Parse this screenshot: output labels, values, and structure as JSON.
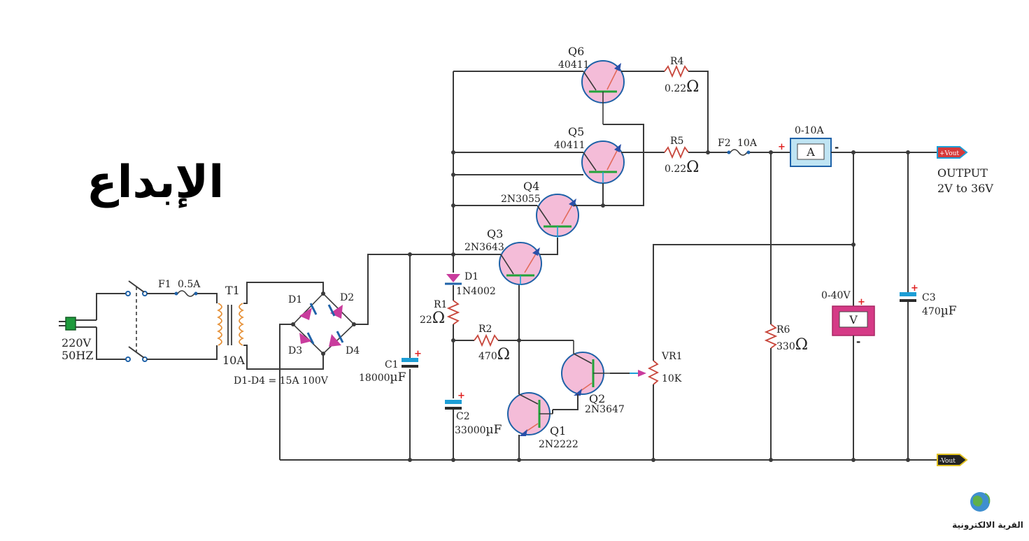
{
  "title": "الإبداع",
  "logo_text": "القرية الالكترونية",
  "input": {
    "voltage": "220V",
    "frequency": "50HZ"
  },
  "fuse1": {
    "ref": "F1",
    "value": "0.5A"
  },
  "transformer": {
    "ref": "T1",
    "rating": "10A"
  },
  "bridge": {
    "d1": "D1",
    "d2": "D2",
    "d3": "D3",
    "d4": "D4",
    "spec": "D1-D4 = 15A  100V"
  },
  "c1": {
    "ref": "C1",
    "value": "18000",
    "unit": "µF"
  },
  "c2": {
    "ref": "C2",
    "value": "33000",
    "unit": "µF"
  },
  "c3": {
    "ref": "C3",
    "value": "470",
    "unit": "µF"
  },
  "diode1": {
    "ref": "D1",
    "part": "1N4002"
  },
  "r1": {
    "ref": "R1",
    "value": "22",
    "unit": "Ω"
  },
  "r2": {
    "ref": "R2",
    "value": "470",
    "unit": "Ω"
  },
  "r4": {
    "ref": "R4",
    "value": "0.22",
    "unit": "Ω"
  },
  "r5": {
    "ref": "R5",
    "value": "0.22",
    "unit": "Ω"
  },
  "r6": {
    "ref": "R6",
    "value": "330",
    "unit": "Ω"
  },
  "vr1": {
    "ref": "VR1",
    "value": "10K"
  },
  "q1": {
    "ref": "Q1",
    "part": "2N2222"
  },
  "q2": {
    "ref": "Q2",
    "part": "2N3647"
  },
  "q3": {
    "ref": "Q3",
    "part": "2N3643"
  },
  "q4": {
    "ref": "Q4",
    "part": "2N3055"
  },
  "q5": {
    "ref": "Q5",
    "part": "40411"
  },
  "q6": {
    "ref": "Q6",
    "part": "40411"
  },
  "fuse2": {
    "ref": "F2",
    "value": "10A"
  },
  "ammeter": {
    "range": "0-10A",
    "symbol": "A",
    "plus": "+",
    "minus": "-"
  },
  "voltmeter": {
    "range": "0-40V",
    "symbol": "V",
    "plus": "+",
    "minus": "-"
  },
  "output": {
    "label": "OUTPUT",
    "range": "2V to 36V",
    "pos_terminal": "+Vout",
    "neg_terminal": "-Vout"
  },
  "colors": {
    "transistor": "#f4bcd8",
    "wire": "#3a3a3a",
    "resistor": "#c8463b",
    "capacitor": "#1d9ed6",
    "diode": "#c93c9d",
    "meter_a": "#bfe4f3",
    "meter_v": "#d53a86"
  }
}
